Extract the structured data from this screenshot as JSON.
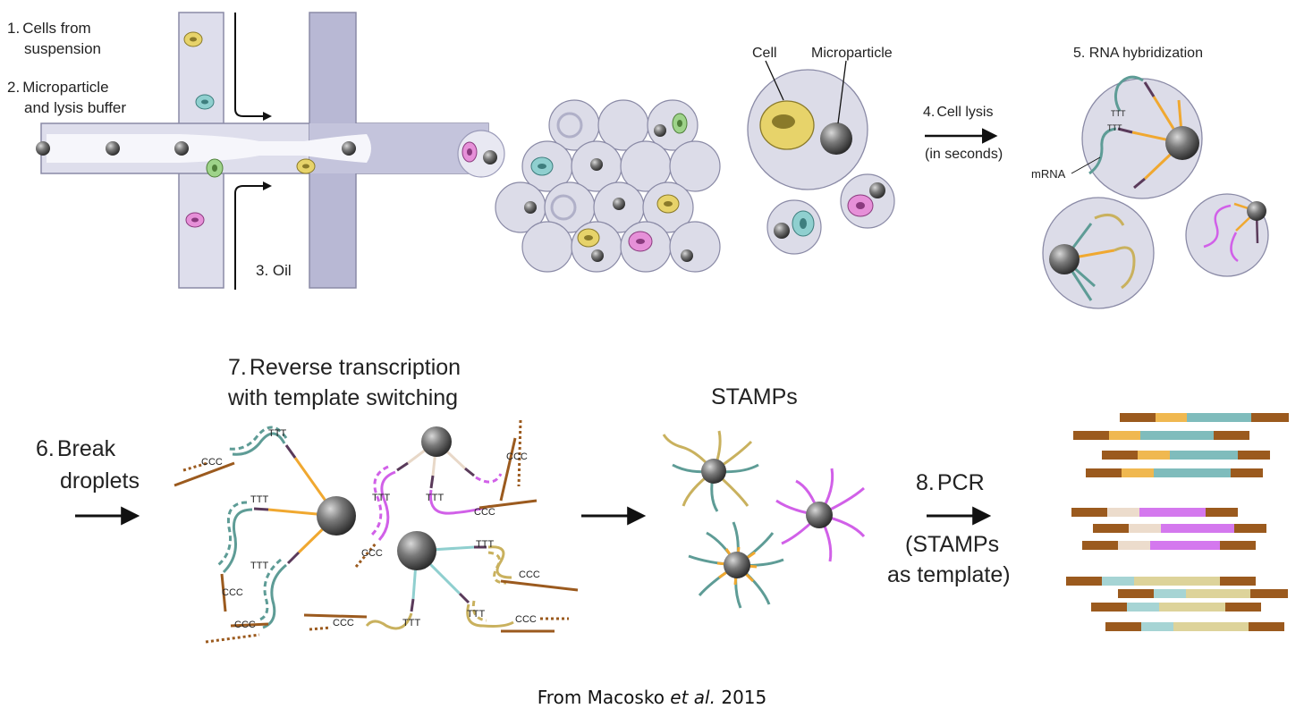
{
  "steps": {
    "s1": [
      "1.",
      "Cells from",
      "suspension"
    ],
    "s2": [
      "2.",
      "Microparticle",
      "and lysis buffer"
    ],
    "s3": "3. Oil",
    "s4": [
      "4.",
      "Cell lysis",
      "(in seconds)"
    ],
    "s5": "5. RNA hybridization",
    "s6": [
      "6.",
      "Break",
      "droplets"
    ],
    "s7": [
      "7.",
      "Reverse transcription",
      "with template switching"
    ],
    "stamps": "STAMPs",
    "s8": [
      "8.",
      "PCR",
      "(STAMPs",
      "as template)"
    ]
  },
  "labels": {
    "cell": "Cell",
    "microparticle": "Microparticle",
    "mrna": "mRNA",
    "ttt": "TTT",
    "ccc": "CCC"
  },
  "caption": {
    "pre": "From Macosko ",
    "em": "et al.",
    "post": " 2015"
  },
  "colors": {
    "channel": "#dcdcec",
    "channel_dark": "#b9b9d6",
    "droplet": "#dcdce8",
    "bead": "#6a6a6a",
    "yellow_cell": "#e7d36a",
    "teal_cell": "#8fcfcf",
    "green_cell": "#9ed38a",
    "pink_cell": "#e690d8",
    "teal_rna": "#5e9c96",
    "magenta_rna": "#d160e8",
    "gold_rna": "#c9b15e",
    "orange_linker": "#f0a830",
    "brown_primer": "#9b5a1e"
  }
}
